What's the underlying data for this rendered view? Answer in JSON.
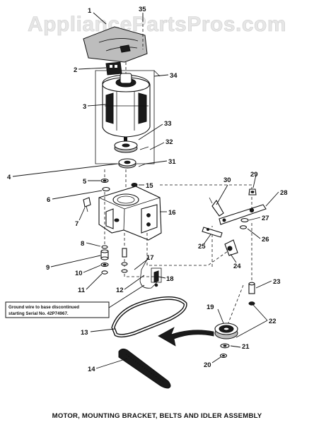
{
  "watermark": "AppliancePartsPros.com",
  "caption": "MOTOR, MOUNTING BRACKET, BELTS AND IDLER ASSEMBLY",
  "note": {
    "line1": "Ground wire to base discontinued",
    "line2": "starting Serial No. 42P74967."
  },
  "callouts": [
    "1",
    "2",
    "3",
    "4",
    "5",
    "6",
    "7",
    "8",
    "9",
    "10",
    "11",
    "12",
    "13",
    "14",
    "15",
    "16",
    "17",
    "18",
    "19",
    "20",
    "21",
    "22",
    "23",
    "24",
    "25",
    "26",
    "27",
    "28",
    "29",
    "30",
    "31",
    "32",
    "33",
    "34",
    "35"
  ]
}
